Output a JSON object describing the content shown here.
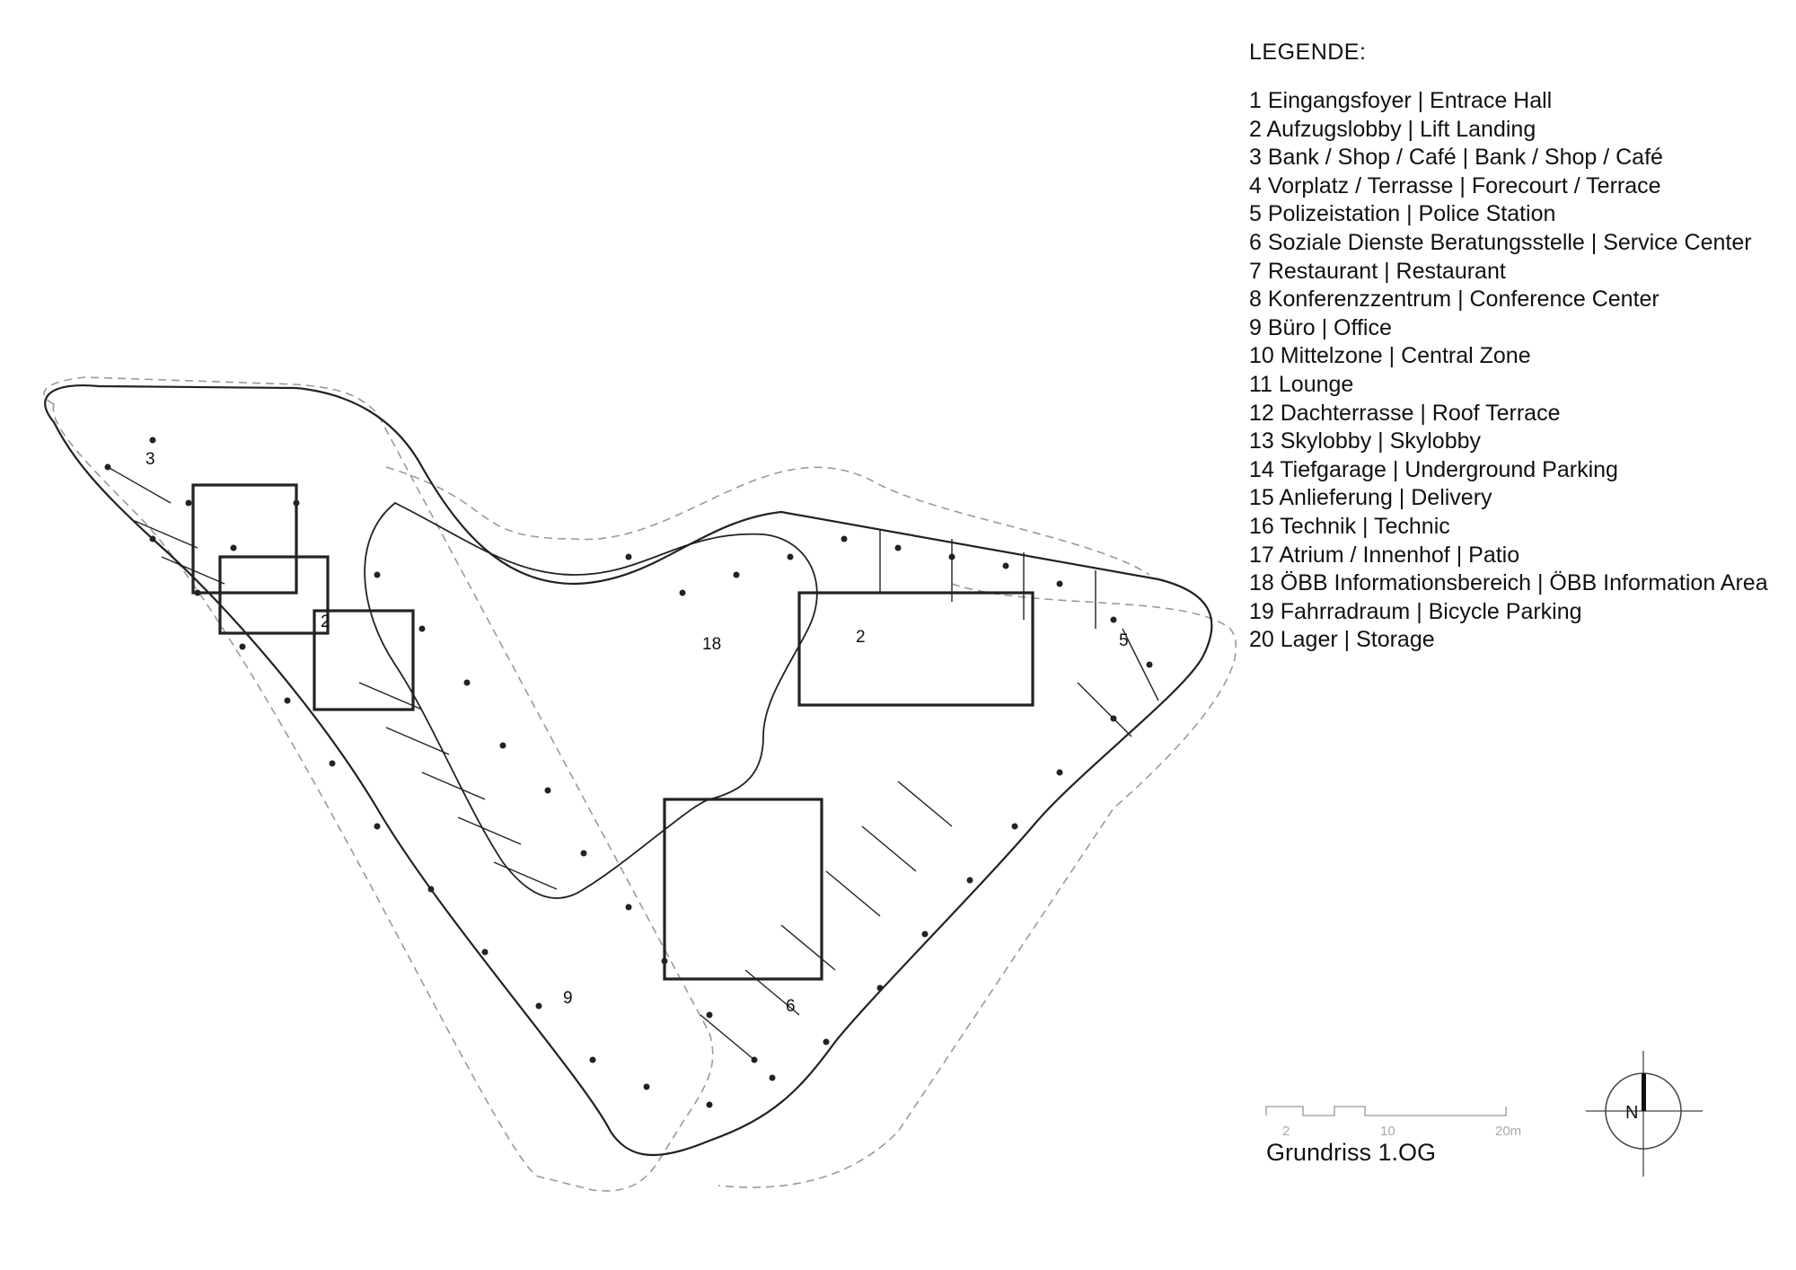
{
  "legend": {
    "title": "LEGENDE:",
    "items": [
      "1 Eingangsfoyer | Entrace Hall",
      "2 Aufzugslobby | Lift Landing",
      "3 Bank / Shop / Café | Bank / Shop / Café",
      "4 Vorplatz / Terrasse | Forecourt / Terrace",
      "5 Polizeistation | Police Station",
      "6 Soziale Dienste Beratungsstelle | Service Center",
      "7 Restaurant | Restaurant",
      "8 Konferenzzentrum | Conference Center",
      "9 Büro | Office",
      "10 Mittelzone | Central Zone",
      "11 Lounge",
      "12 Dachterrasse | Roof Terrace",
      "13 Skylobby | Skylobby",
      "14 Tiefgarage | Underground Parking",
      "15 Anlieferung | Delivery",
      "16 Technik | Technic",
      "17 Atrium / Innenhof | Patio",
      "18 ÖBB Informationsbereich | ÖBB Information Area",
      "19 Fahrradraum | Bicycle Parking",
      "20 Lager | Storage"
    ]
  },
  "plan": {
    "title": "Grundriss 1.OG",
    "room_labels": [
      "3",
      "2",
      "18",
      "2",
      "5",
      "9",
      "6"
    ]
  },
  "scale_bar": {
    "ticks": [
      "2",
      "10",
      "20m"
    ]
  },
  "north_arrow": {
    "label": "N"
  }
}
